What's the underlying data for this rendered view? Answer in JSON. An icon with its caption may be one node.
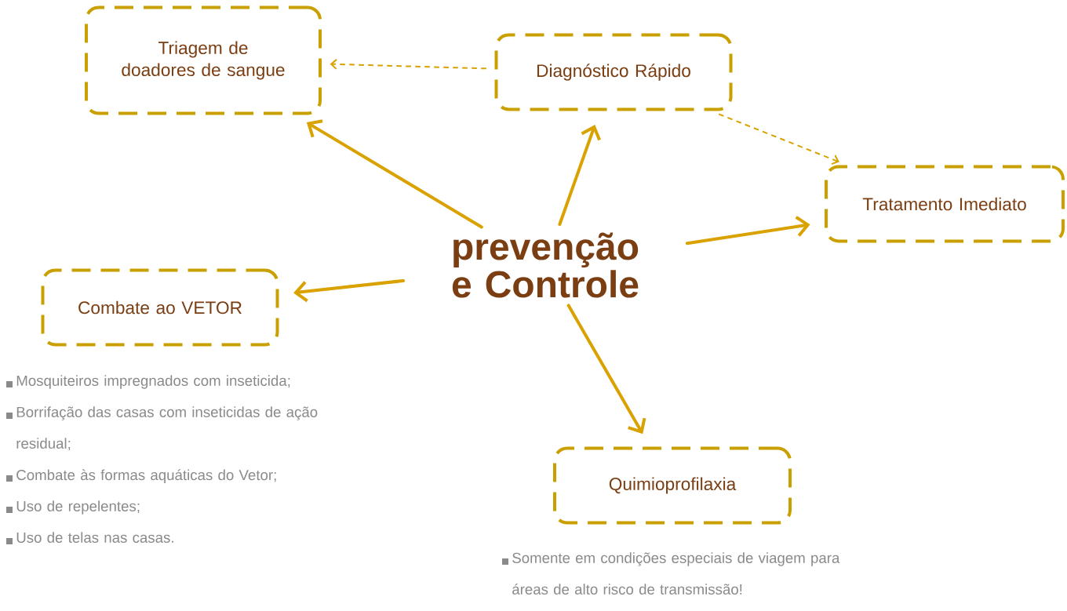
{
  "diagram": {
    "nodes": [
      {
        "text": [
          "prevenção e Controle"
        ]
      },
      {
        "text": [
          "Triagem de doadores de sangue"
        ]
      },
      {
        "text": [
          "Diagnóstico Rápido"
        ]
      },
      {
        "text": [
          "Tratamento Imediato"
        ]
      },
      {
        "text": [
          "Combate ao VETOR"
        ],
        "beside": [
          "Mosquiteiros impregnados com inseticida;",
          "Borrifação das casas com inseticidas de ação residual;",
          "Combate às formas aquáticas do Vetor;",
          "Uso de repelentes;",
          "Uso de telas nas casas."
        ]
      },
      {
        "text": [
          "Quimioprofilaxia"
        ],
        "beside": [
          "Somente em condições especiais de viagem para áreas de alto risco de transmissão!"
        ]
      }
    ],
    "edges": [
      {
        "from": 0,
        "to": 1,
        "arrow": "to"
      },
      {
        "from": 0,
        "to": 2,
        "arrow": "to"
      },
      {
        "from": 0,
        "to": 3,
        "arrow": "to"
      },
      {
        "from": 0,
        "to": 4,
        "arrow": "to"
      },
      {
        "from": 0,
        "to": 5,
        "arrow": "to"
      },
      {
        "from": 2,
        "to": 1,
        "arrow": "to",
        "style": "dashed"
      },
      {
        "from": 2,
        "to": 3,
        "arrow": "to",
        "style": "dashed"
      }
    ]
  }
}
